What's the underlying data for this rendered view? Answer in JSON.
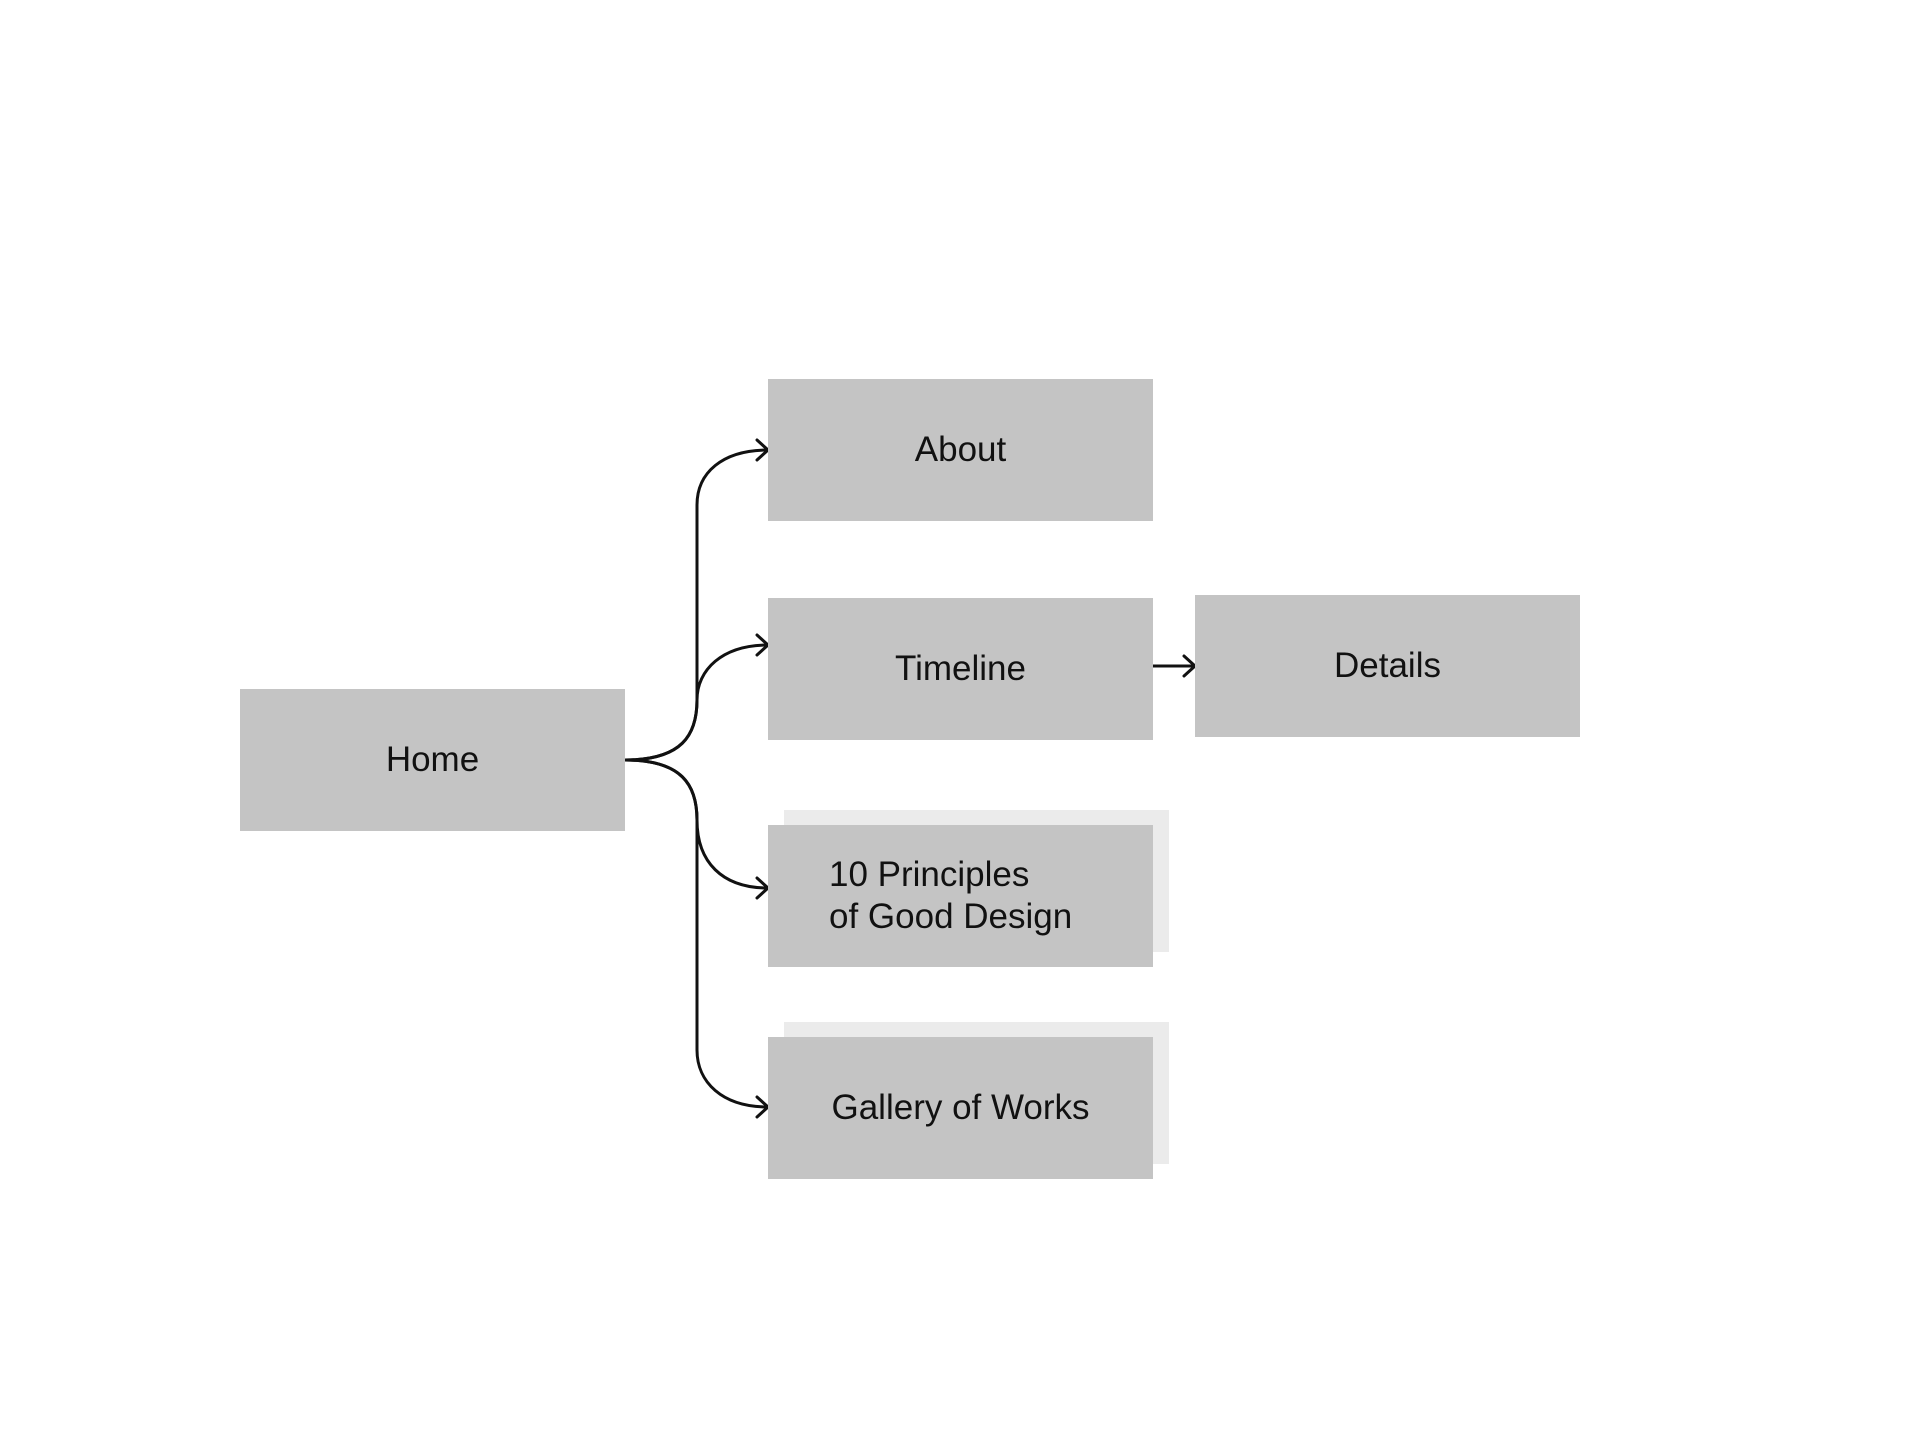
{
  "diagram": {
    "nodes": {
      "home": {
        "label": "Home"
      },
      "about": {
        "label": "About"
      },
      "timeline": {
        "label": "Timeline"
      },
      "details": {
        "label": "Details"
      },
      "principles": {
        "line1": "10 Principles",
        "line2": "of Good Design"
      },
      "gallery": {
        "label": "Gallery of Works"
      }
    },
    "colors": {
      "node_fill": "#c4c4c4",
      "stack_fill": "#ebebeb",
      "line": "#111111",
      "background": "#ffffff"
    }
  }
}
